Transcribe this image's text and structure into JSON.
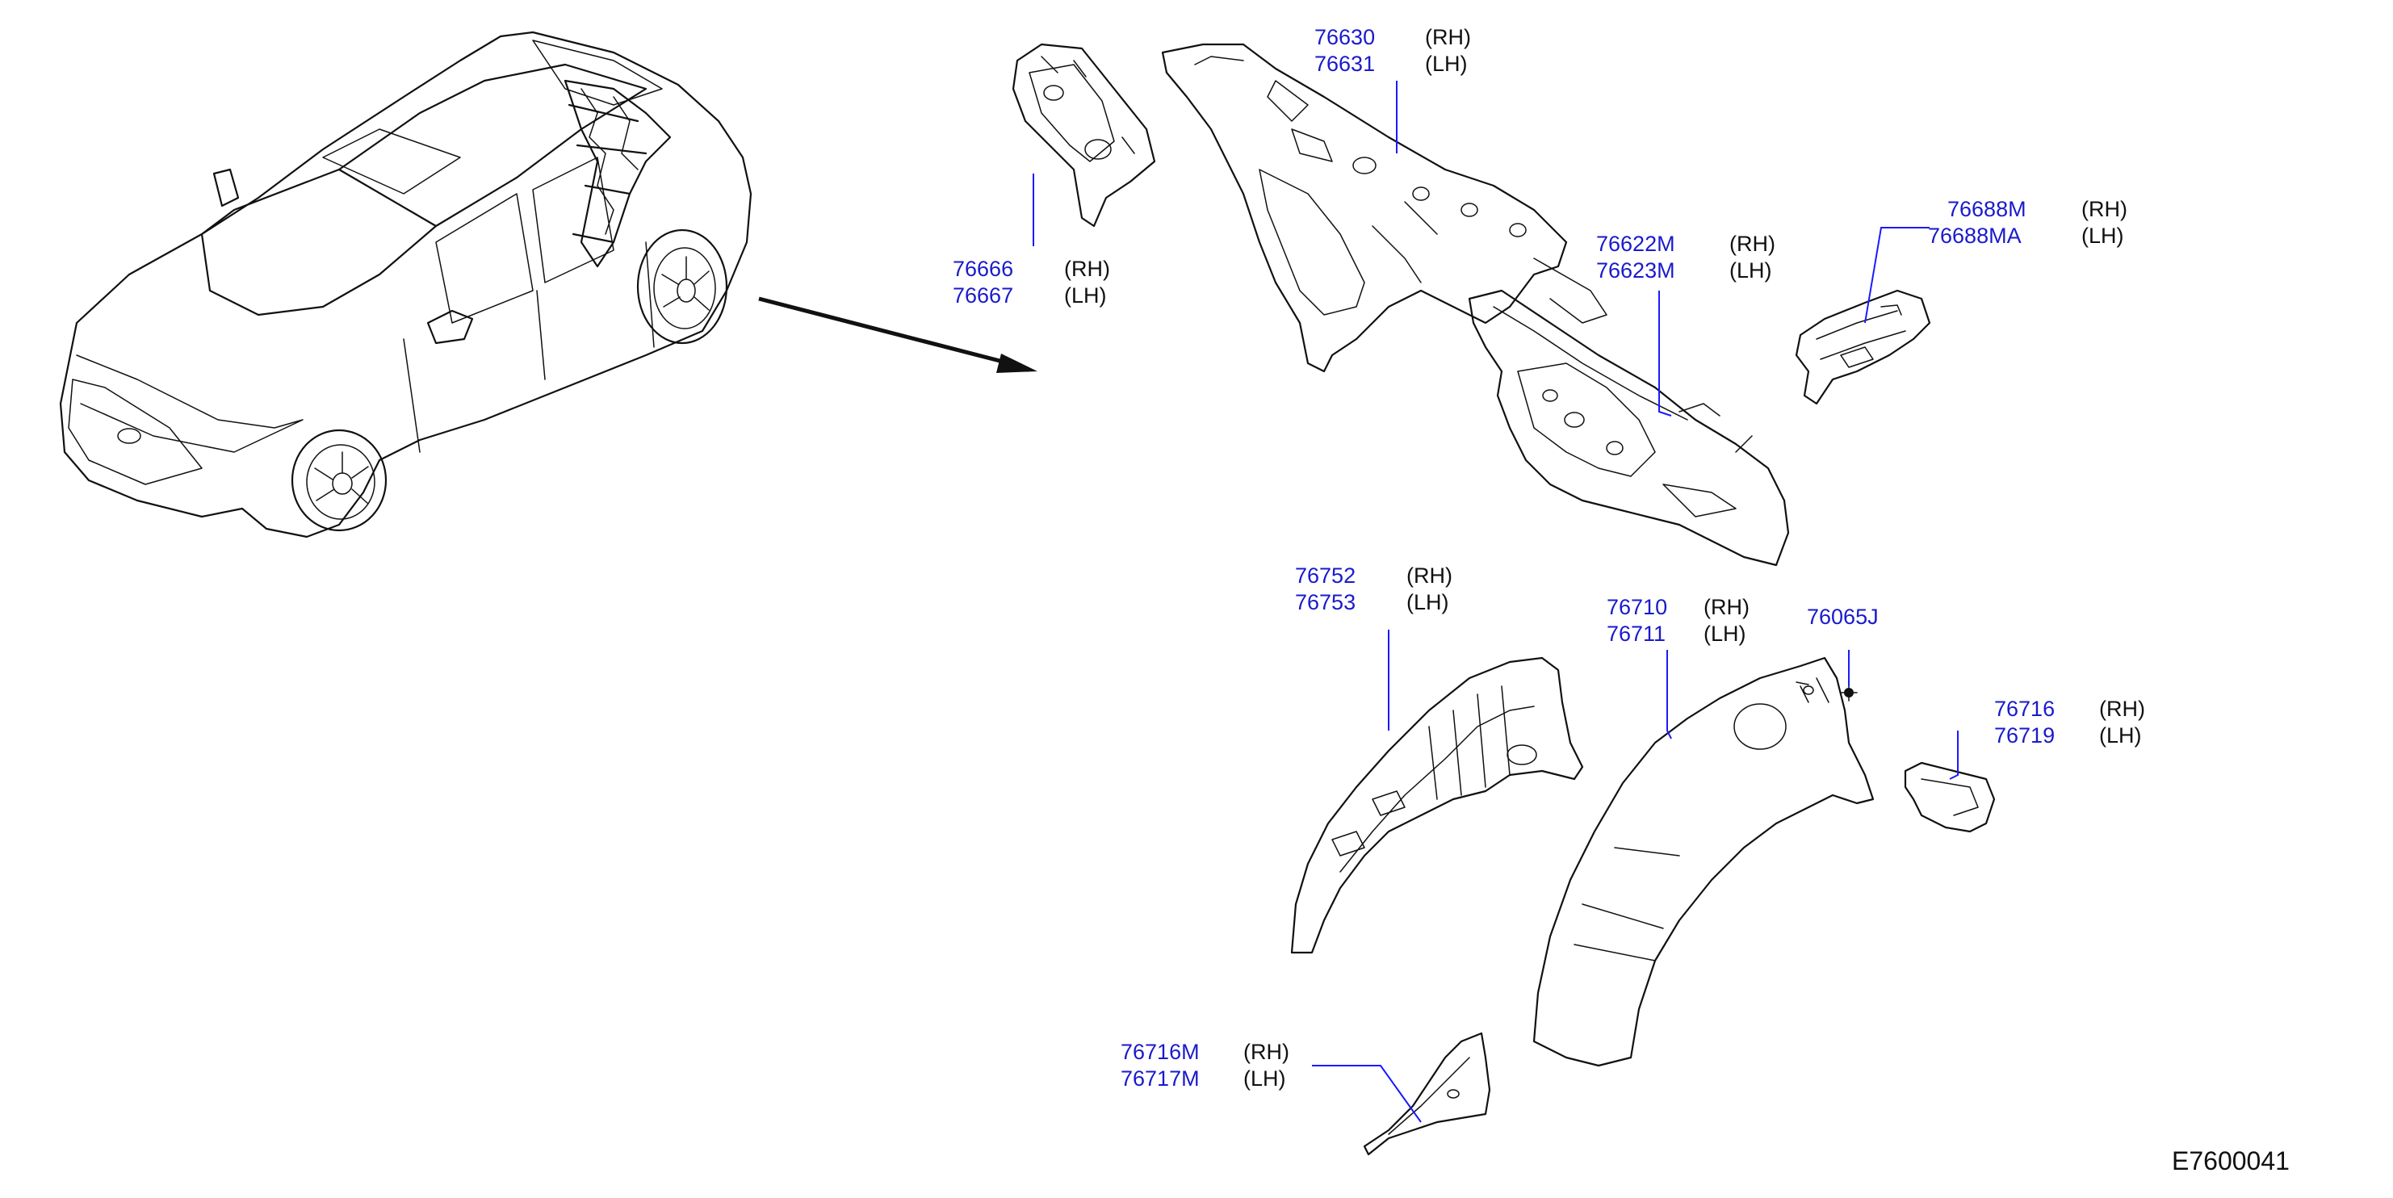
{
  "diagram_id": "E7600041",
  "callouts": [
    {
      "id": "c1",
      "parts": [
        "76630",
        "76631"
      ],
      "sides": [
        "(RH)",
        "(LH)"
      ]
    },
    {
      "id": "c2",
      "parts": [
        "76666",
        "76667"
      ],
      "sides": [
        "(RH)",
        "(LH)"
      ]
    },
    {
      "id": "c3",
      "parts": [
        "76622M",
        "76623M"
      ],
      "sides": [
        "(RH)",
        "(LH)"
      ]
    },
    {
      "id": "c4",
      "parts": [
        "76688M",
        "76688MA"
      ],
      "sides": [
        "(RH)",
        "(LH)"
      ]
    },
    {
      "id": "c5",
      "parts": [
        "76752",
        "76753"
      ],
      "sides": [
        "(RH)",
        "(LH)"
      ]
    },
    {
      "id": "c6",
      "parts": [
        "76710",
        "76711"
      ],
      "sides": [
        "(RH)",
        "(LH)"
      ]
    },
    {
      "id": "c7",
      "parts": [
        "76065J"
      ],
      "sides": []
    },
    {
      "id": "c8",
      "parts": [
        "76716",
        "76719"
      ],
      "sides": [
        "(RH)",
        "(LH)"
      ]
    },
    {
      "id": "c9",
      "parts": [
        "76716M",
        "76717M"
      ],
      "sides": [
        "(RH)",
        "(LH)"
      ]
    }
  ],
  "colors": {
    "part_number": "#1a1acc",
    "leader": "#1a1aff",
    "line_art": "#111111"
  }
}
